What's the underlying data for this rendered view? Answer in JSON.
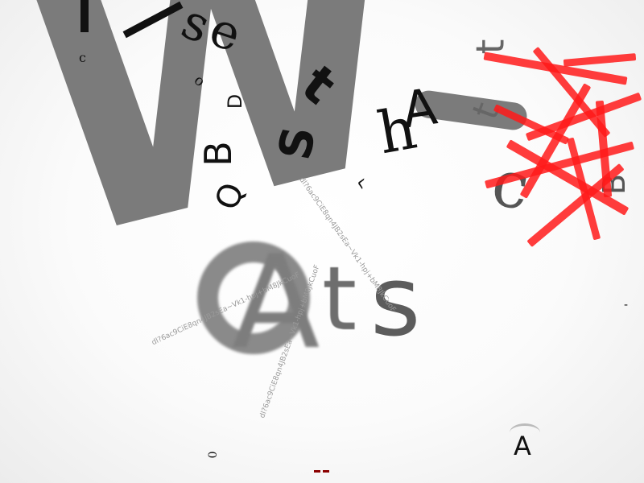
{
  "scene": {
    "big_w": "W",
    "cluster_letters": [
      "A",
      "t",
      "s"
    ],
    "corner_glyph": "A",
    "stray_glyphs": [
      "s",
      "e",
      "B",
      "D",
      "Q",
      "S",
      "h",
      "A",
      "c",
      "o",
      "t",
      "^",
      "-",
      "0",
      "c"
    ],
    "small_scatter": "dl?6ac9CiE8qn4JB2sEa~Vk1-hpj+bM8JkCuoF",
    "colors": {
      "gray": "#7b7b7b",
      "black": "#111111",
      "red": "#ff1a1a",
      "dark_red": "#8b0000"
    }
  }
}
